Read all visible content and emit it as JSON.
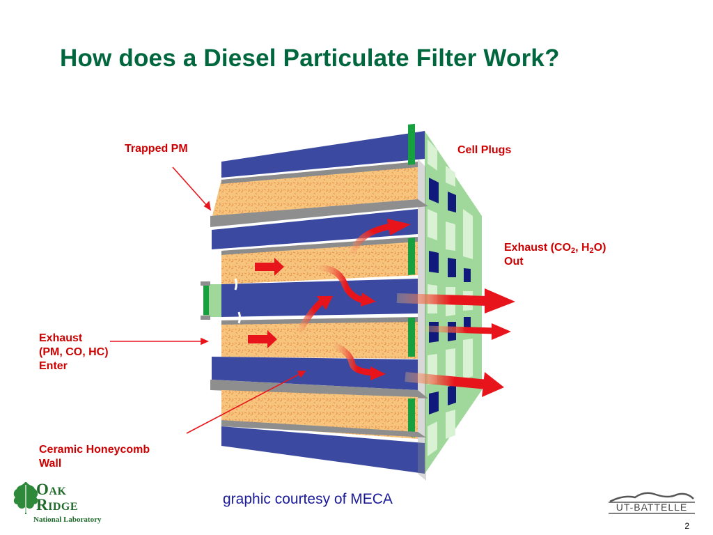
{
  "title": "How does a Diesel Particulate Filter Work?",
  "labels": {
    "trapped_pm": "Trapped PM",
    "cell_plugs": "Cell Plugs",
    "exhaust_out": {
      "prefix": "Exhaust (CO",
      "sub1": "2",
      "mid": ", H",
      "sub2": "2",
      "suffix": "O)",
      "line2": "Out"
    },
    "exhaust_in": {
      "line1": "Exhaust",
      "line2": "(PM, CO, HC)",
      "line3": "Enter"
    },
    "ceramic_wall": {
      "line1": "Ceramic Honeycomb",
      "line2": "Wall"
    }
  },
  "credit": "graphic courtesy of MECA",
  "page_number": "2",
  "logos": {
    "ornl": {
      "word1_initial": "O",
      "word1_rest": "AK",
      "word2_initial": "R",
      "word2_rest": "IDGE",
      "subtitle": "National Laboratory",
      "icon": "oak-leaf-icon"
    },
    "ut_battelle": {
      "text": "UT-BATTELLE",
      "icon": "mountain-icon"
    }
  },
  "colors": {
    "title": "#00663d",
    "labels": "#cc0000",
    "credit": "#1a1a99",
    "channel_blue": "#3a4a9e",
    "wall_orange": "#f6c27a",
    "plug_green": "#b8e6b0",
    "arrow_red": "#e8141b"
  }
}
